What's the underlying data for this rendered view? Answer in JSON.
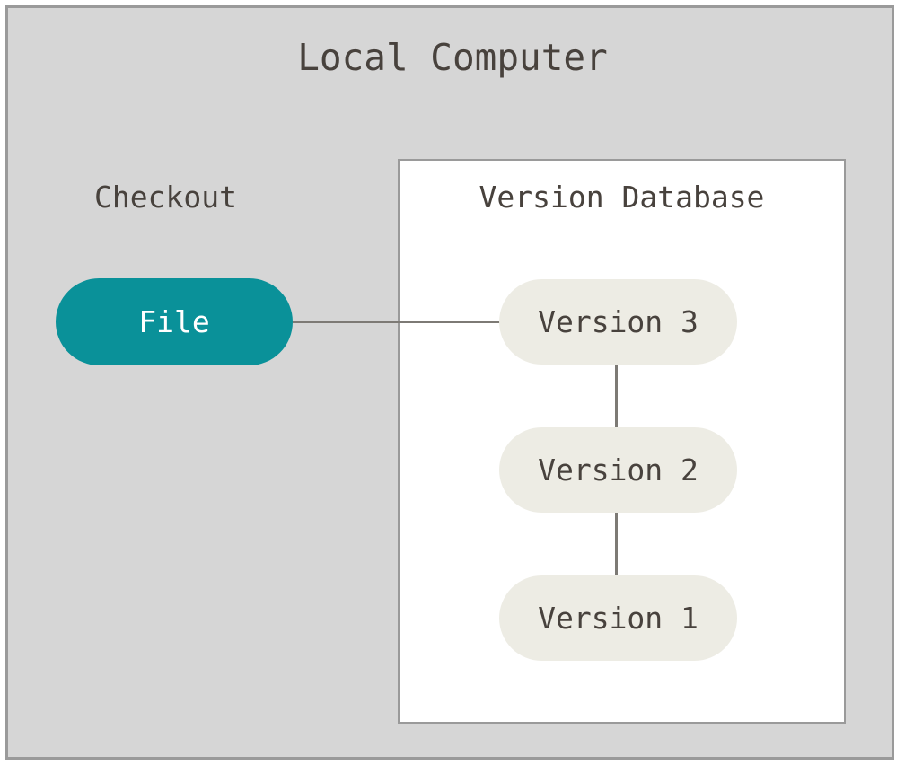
{
  "diagram": {
    "type": "version-control-local-computer",
    "outer_cluster": {
      "title": "Local Computer",
      "background_color": "#d6d6d6",
      "border_color": "#9a9a9a"
    },
    "side_label": "Checkout",
    "inner_cluster": {
      "title": "Version Database",
      "background_color": "#ffffff",
      "border_color": "#9a9a9a"
    },
    "nodes": [
      {
        "id": "file",
        "label": "File",
        "shape": "stadium",
        "fill_color": "#0a9199",
        "text_color": "#ffffff"
      },
      {
        "id": "version3",
        "label": "Version 3",
        "shape": "stadium",
        "fill_color": "#edece4",
        "text_color": "#48423d"
      },
      {
        "id": "version2",
        "label": "Version 2",
        "shape": "stadium",
        "fill_color": "#edece4",
        "text_color": "#48423d"
      },
      {
        "id": "version1",
        "label": "Version 1",
        "shape": "stadium",
        "fill_color": "#edece4",
        "text_color": "#48423d"
      }
    ],
    "edges": [
      {
        "from": "file",
        "to": "version3",
        "orientation": "horizontal",
        "color": "#7d7a75"
      },
      {
        "from": "version3",
        "to": "version2",
        "orientation": "vertical",
        "color": "#7d7a75"
      },
      {
        "from": "version2",
        "to": "version1",
        "orientation": "vertical",
        "color": "#7d7a75"
      }
    ]
  }
}
